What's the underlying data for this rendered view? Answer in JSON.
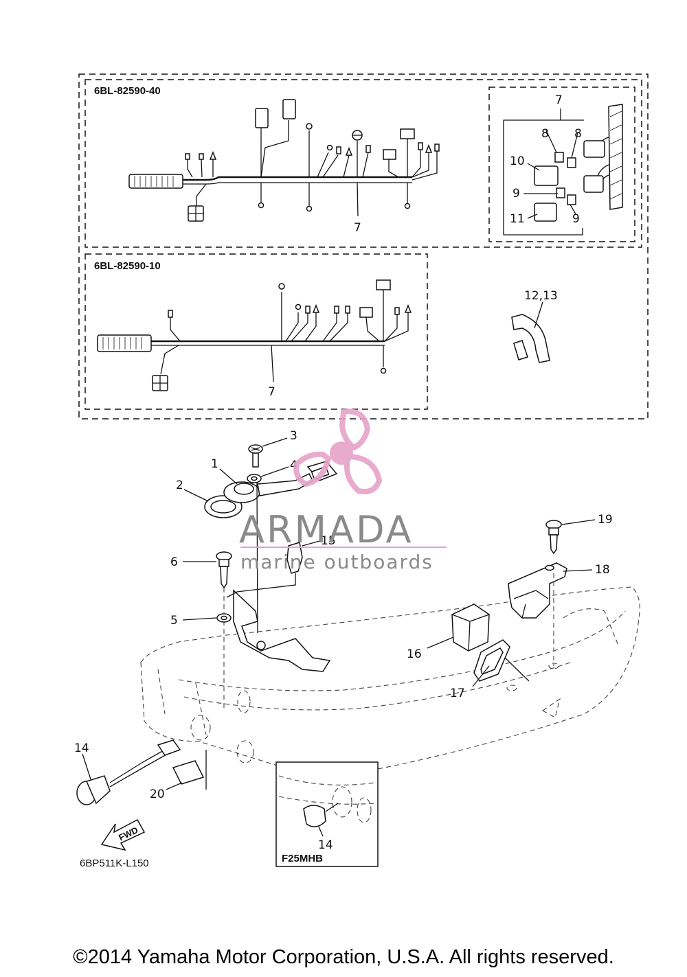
{
  "labels": {
    "kit_40_code": "6BL-82590-40",
    "kit_10_code": "6BL-82590-10",
    "p1": "1",
    "p2": "2",
    "p3": "3",
    "p4": "4",
    "p5": "5",
    "p6": "6",
    "p7": "7",
    "p8": "8",
    "p9": "9",
    "p10": "10",
    "p11": "11",
    "p12_13": "12,13",
    "p14": "14",
    "p15": "15",
    "p16": "16",
    "p17": "17",
    "p18": "18",
    "p19": "19",
    "p20": "20",
    "fwd": "FWD",
    "variant": "F25MHB",
    "drawing_code": "6BP511K-L150"
  },
  "watermark": {
    "brand": "ARMADA",
    "tagline": "marine outboards",
    "accent_color": "#e6a3c9"
  },
  "footer": {
    "copyright": "©2014 Yamaha Motor Corporation, U.S.A. All rights reserved."
  }
}
